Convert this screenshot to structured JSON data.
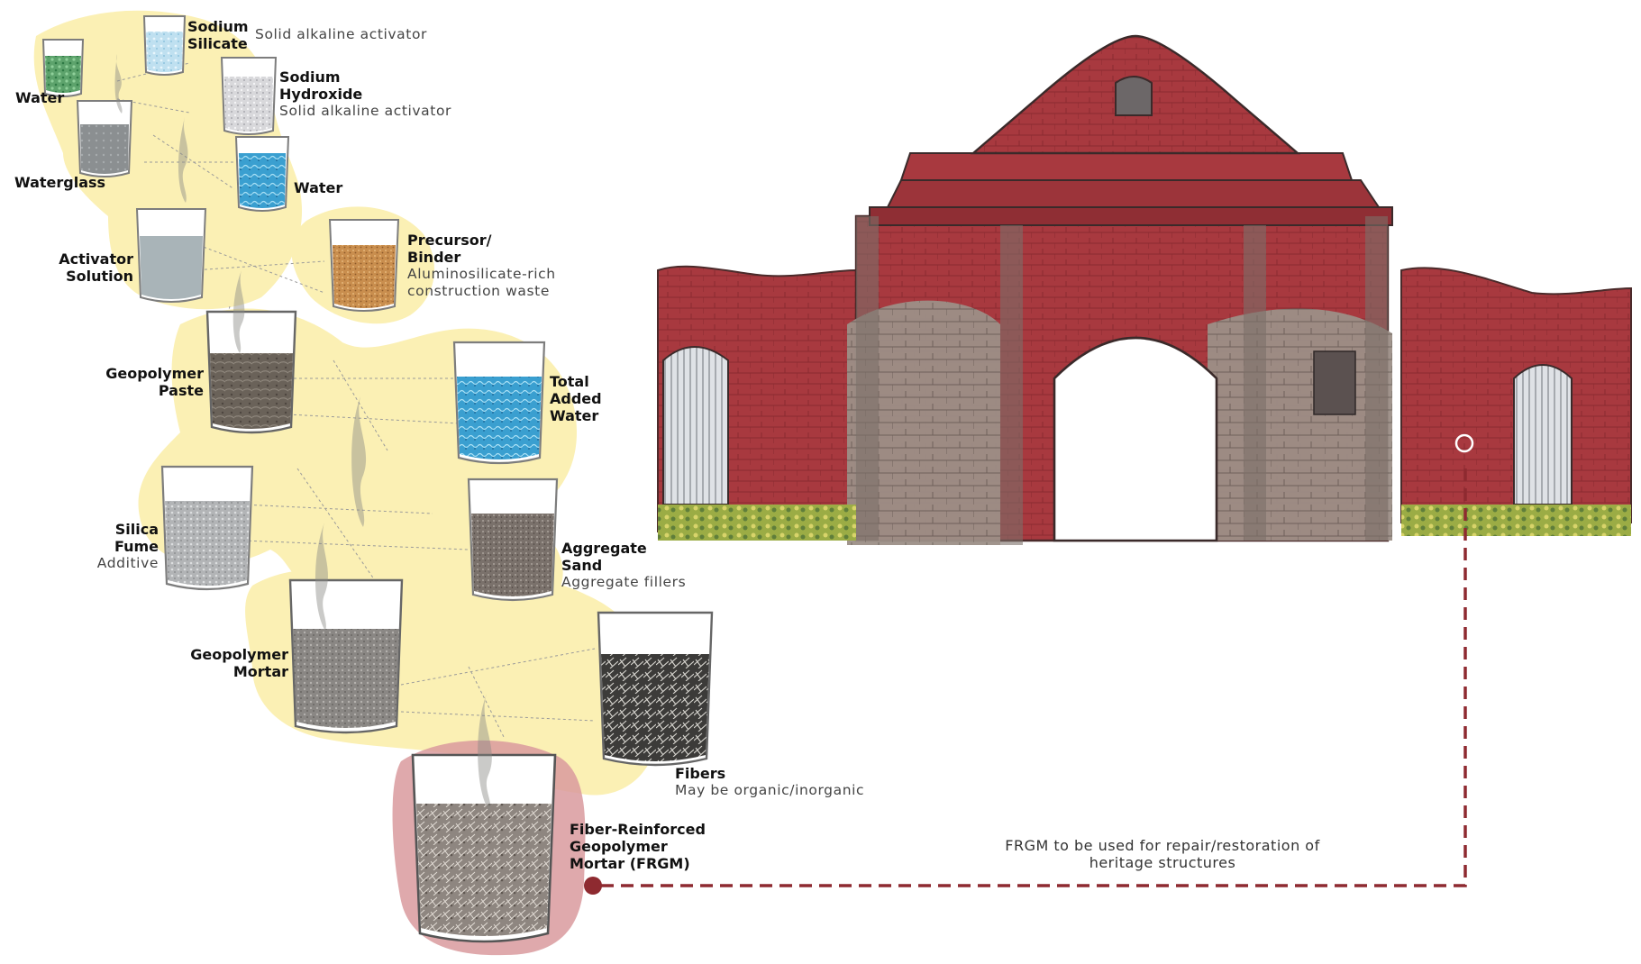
{
  "colors": {
    "blob_yellow": "#fbf0b4",
    "blob_red": "#d99a9e",
    "dash_line": "#8e2a30",
    "brick_red": "#a8393f",
    "stone_grey": "#9a8c84"
  },
  "labels": {
    "sodium_silicate": {
      "name": "Sodium Silicate",
      "desc": "Solid alkaline activator"
    },
    "water_1": {
      "name": "Water"
    },
    "sodium_hydroxide": {
      "name": "Sodium Hydroxide",
      "desc": "Solid alkaline activator"
    },
    "waterglass": {
      "name": "Waterglass"
    },
    "water_2": {
      "name": "Water"
    },
    "activator_solution": {
      "name": "Activator Solution"
    },
    "precursor_binder": {
      "name": "Precursor/ Binder",
      "desc": "Aluminosilicate-rich construction waste"
    },
    "geopolymer_paste": {
      "name": "Geopolymer Paste"
    },
    "total_added_water": {
      "name": "Total Added Water"
    },
    "silica_fume": {
      "name": "Silica Fume",
      "desc": "Additive"
    },
    "aggregate_sand": {
      "name": "Aggregate Sand",
      "desc": "Aggregate fillers"
    },
    "geopolymer_mortar": {
      "name": "Geopolymer Mortar"
    },
    "fibers": {
      "name": "Fibers",
      "desc": "May be organic/inorganic"
    },
    "frgm": {
      "name": "Fiber-Reinforced Geopolymer Mortar (FRGM)"
    }
  },
  "connector_note": "FRGM to be used for repair/restoration of heritage structures",
  "icons": [
    "beaker-icon",
    "heritage-gate-illustration"
  ]
}
